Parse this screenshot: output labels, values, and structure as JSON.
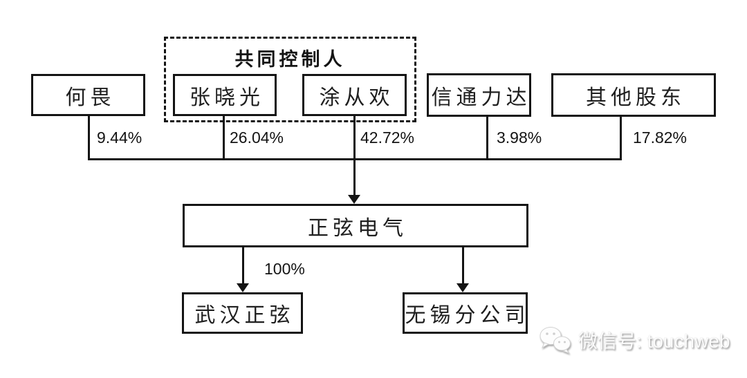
{
  "diagram": {
    "joint_controllers": {
      "label": "共同控制人",
      "members": [
        "张晓光",
        "涂从欢"
      ]
    },
    "shareholders": [
      {
        "name": "何畏",
        "stake": "9.44%"
      },
      {
        "name": "张晓光",
        "stake": "26.04%"
      },
      {
        "name": "涂从欢",
        "stake": "42.72%"
      },
      {
        "name": "信通力达",
        "stake": "3.98%"
      },
      {
        "name": "其他股东",
        "stake": "17.82%"
      }
    ],
    "company": {
      "name": "正弦电气"
    },
    "subsidiaries": [
      {
        "name": "武汉正弦",
        "stake": "100%"
      },
      {
        "name": "无锡分公司",
        "stake": ""
      }
    ],
    "colors": {
      "line": "#141414",
      "background": "#ffffff",
      "watermark": "#fbfbfb"
    }
  },
  "watermark": {
    "icon": "wechat-icon",
    "text": "微信号: touchweb"
  }
}
